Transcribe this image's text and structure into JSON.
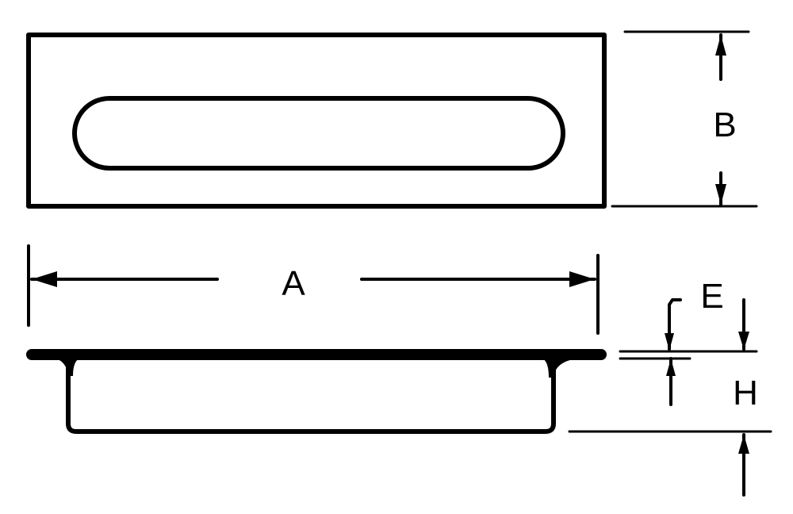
{
  "labels": {
    "a": "A",
    "b": "B",
    "e": "E",
    "h": "H"
  },
  "colors": {
    "ink": "#000000",
    "background": "#ffffff"
  }
}
